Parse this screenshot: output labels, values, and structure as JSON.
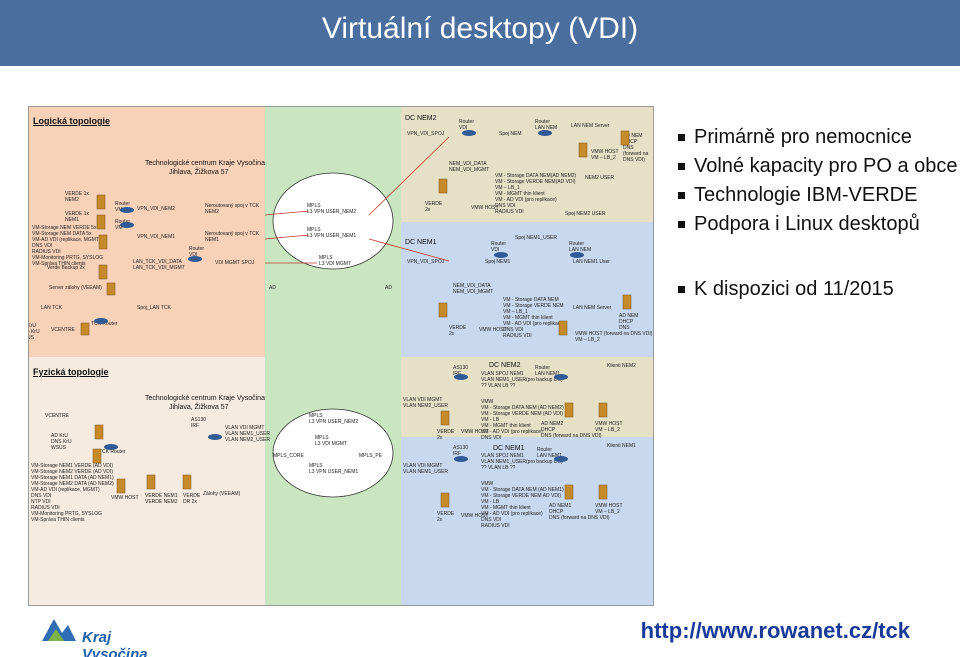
{
  "title": "Virtuální desktopy (VDI)",
  "bullets": [
    "Primárně pro nemocnice",
    "Volné kapacity pro PO a obce",
    "Technologie IBM-VERDE",
    "Podpora i Linux desktopů",
    "K dispozici od 11/2015"
  ],
  "footer_url": "http://www.rowanet.cz/tck",
  "logo_text": "Kraj Vysočina",
  "diagram": {
    "logical_title": "Logická topologie",
    "physical_title": "Fyzická topologie",
    "tc_title": "Technologické centrum Kraje Vysočina",
    "tc_address": "Jihlava, Žižkova 57",
    "dc_nem2": "DC NEM2",
    "dc_nem1": "DC NEM1",
    "labels": {
      "verde_nem2": "VERDE 1x\nNEM2",
      "verde_nem1": "VERDE 1x\nNEM1",
      "storage_list": "VM-Storage NEM VERDE 5x\nVM-Storage NEM DATA 5x\nVM-AD VDI (replikace, MGMT)\nDNS VDI\nRADIUS VDI\nVM-Monitoring PRTG, SYSLOG\nVM-Správa THIN clients",
      "verde_backup": "Verde Backup 2x",
      "server_backup": "Server zálohy (VEEAM)",
      "lan_tck": "LAN TCK",
      "sprej_lan_tck": "Spoj_LAN TCK",
      "ad_left": "AD KrU\nDNS KrU\nWSUS",
      "vcentre": "VCENTRE",
      "tck_router": "TCK Router",
      "vpn_vdi_nem2": "VPN_VDI_NEM2",
      "vpn_vdi_nem1": "VPN_VDI_NEM1",
      "lan_tck_vdi": "LAN_TCK_VDI_DATA\nLAN_TCK_VDI_MGMT",
      "router_vdi": "Router\nVDI",
      "vdi_mgmt_spoj": "VDI MGMT SPOJ",
      "neroutovany_nem2": "Neroutovaný spoj v TCK\nNEM2",
      "neroutovany_nem1": "Neroutovaný spoj v TCK\nNEM1",
      "mpls_nem2": "MPLS\nL3 VPN USER_NEM2",
      "mpls_nem1": "MPLS\nL3 VPN USER_NEM1",
      "mpls_mgmt": "MPLS\nL3 VDI MGMT",
      "vpn_vdi_spoj": "VPN_VDI_SPOJ",
      "router_vdi_2": "Router\nVDI",
      "spoj_nem": "Spoj NEM",
      "router_lan_nem": "Router\nLAN NEM",
      "lan_nem_server": "LAN NEM Server",
      "ad_nem_top": "AD NEM\nDHCP\nDNS\n(forward na\nDNS VDI)",
      "vmw_host_lb2": "VMW HOST\nVM – LB_2",
      "nem_vdi_data_2": "NEM_VDI_DATA\nNEM_VDI_MGMT",
      "storage_nem2": "VM - Storage DATA NEM(AD NEM2)\nVM - Storage VERDE NEM(AD VDI)\nVM – LB_1\nVM - MGMT thin klient\nVM - AD VDI (pro replikace)\nDNS VDI\nRADIUS VDI",
      "verde_2x": "VERDE\n2x",
      "vmw_host": "VMW HOST",
      "nem2_user": "NEM2 USER",
      "spoj_nem2_user": "Spoj NEM2 USER",
      "spoj_nem1_user": "Spoj NEM1_USER",
      "router_lan_nem_2": "Router\nLAN NEM",
      "spoj_nem1": "Spoj NEM1",
      "lan_nem1_user": "LAN NEM1 User",
      "nem_vdi_data_1": "NEM_VDI_DATA\nNEM_VDI_MGMT",
      "storage_nem1": "VM - Storage DATA NEM\nVM - Storage VERDE NEM\nVM – LB_1\nVM - MGMT thin klient\nVM - AD VDI (pro replikace)\nDNS VDI\nRADIUS VDI",
      "lan_nem_server_2": "LAN NEM Server",
      "ad_nem_2": "AD NEM\nDHCP\nDNS",
      "vmw_host_lb2_2": "VMW HOST (forward na DNS VDI)\nVM – LB_2",
      "phys_vcentre": "VCENTRE",
      "phys_ad": "AD KrU\nDNS KrU\nWSUS",
      "phys_tck_router": "TCK Router",
      "phys_storage": "VM-Storage NEM1 VERDE (AD VDI)\nVM-Storage NEM2 VERDE (AD VDI)\nVM-Storage NEM1 DATA (AD NEM1)\nVM-Storage NEM2 DATA (AD NEM2)\nVM-AD VDI (replikace, MGMT)\nDNS VDI\nNTP VDI\nRADIUS VDI\nVM-Monitoring PRTG, SYSLOG\nVM-Správa THIN clients",
      "phys_vmw_host": "VMW HOST",
      "phys_verde_nem": "VERDE NEM1\nVERDE NEM2",
      "phys_verde_dr": "VERDE\nDR 2x",
      "phys_zalohy": "Zálohy (VEEAM)",
      "phys_as": "AS130\nIRF",
      "phys_vlans": "VLAN VDI MGMT\nVLAN NEM1_USER\nVLAN NEM2_USER",
      "phys_mpls_nem2": "MPLS\nL3 VPN USER_NEM2",
      "phys_mpls_mgmt": "MPLS\nL3 VDI MGMT",
      "phys_mpls_nem1": "MPLS\nL3 VPN USER_NEM1",
      "phys_mpls_core": "MPLS_CORE",
      "phys_mpls_pe": "MPLS_PE",
      "phys_vlan_vdi_a": "VLAN VDI MGMT\nVLAN NEM2_USER",
      "phys_vlan_vdi_b": "VLAN VDI MGMT\nVLAN NEM1_USER",
      "phys_dc_nem2": "DC NEM2",
      "phys_dc_nem1": "DC NEM1",
      "phys_klienti_nem2": "Klienti NEM2",
      "phys_klienti_nem1": "Klienti NEM1",
      "phys_router_nem1": "Router\nLAN NEM1",
      "phys_router_nem1b": "Router\nLAN NEM1",
      "phys_vlan_spoj_nem2": "VLAN SPOJ NEM1\nVLAN NEM1_USER(pro backup DC)\n?? VLAN LB ??",
      "phys_vlan_spoj_nem1": "VLAN SPOJ NEM1\nVLAN NEM1_USER(pro backup DC)\n?? VLAN LB ??",
      "phys_vmw_nem2": "VMW\nVM - Storage DATA NEM (AD NEM2)\nVM - Storage VERDE NEM (AD VDI)\nVM - LB\nVM - MGMT thin klient\nVM - AD VDI (pro replikace)\nDNS VDI",
      "phys_vmw_nem1": "VMW\nVM - Storage DATA NEM (AD NEM1)\nVM - Storage VERDE NEM AD VDI)\nVM - LB\nVM - MGMT thin klient\nVM - AD VDI (pro replikace)\nDNS VDI\nRADIUS VDI",
      "phys_ad_nem2": "AD NEM2\nDHCP\nDNS (forward na DNS VDI)",
      "phys_vmw_host_lb2": "VMW HOST\nVM – LB_2",
      "phys_ad_nem1": "AD NEM1\nDHCP\nDNS (forward na DNS VDI)",
      "phys_vmw_host_lb2b": "VMW HOST\nVM – LB_2",
      "phys_verde_2x_a": "VERDE\n2x",
      "phys_verde_2x_b": "VERDE\n2x",
      "phys_vmw_host_a": "VMW HOST",
      "phys_vmw_host_b": "VMW HOST",
      "phys_as_a": "AS130\nIRF",
      "phys_as_b": "AS130\nIRF",
      "router_vm": "Router\nVM",
      "router_vm2": "Router\nVM",
      "ad_sm": "AD",
      "ad_sm2": "AD"
    }
  },
  "colors": {
    "title_bar": "#4a6e9e",
    "zone_orange": "#f8d2b8",
    "zone_green": "#c9e6c0",
    "zone_blue": "#c8d8ee",
    "zone_beige": "#f5ebe0",
    "server": "#c68a2a",
    "router": "#2f5a96",
    "link_red": "#c0392b",
    "url": "#1a3a9a"
  }
}
